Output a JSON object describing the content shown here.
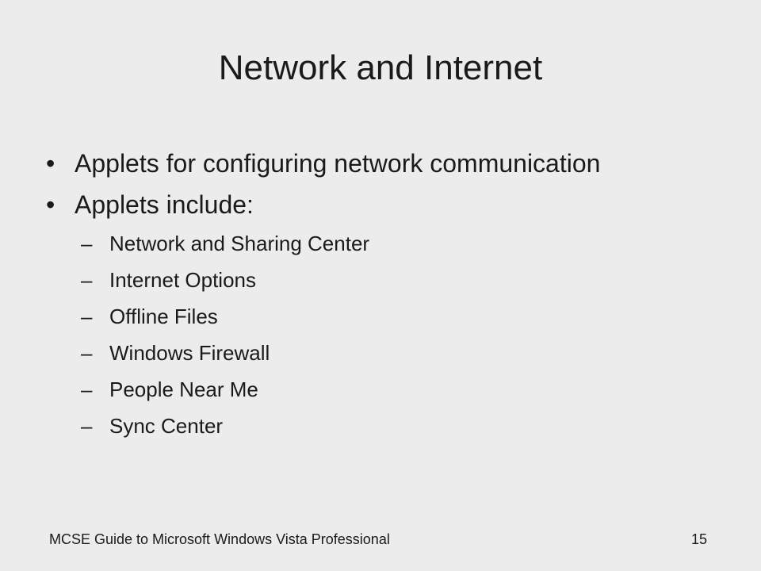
{
  "slide": {
    "title": "Network and Internet",
    "bullets": [
      {
        "marker": "•",
        "text": "Applets for configuring network communication"
      },
      {
        "marker": "•",
        "text": "Applets include:"
      }
    ],
    "sub_items": [
      {
        "marker": "–",
        "text": "Network and Sharing Center"
      },
      {
        "marker": "–",
        "text": "Internet Options"
      },
      {
        "marker": "–",
        "text": "Offline Files"
      },
      {
        "marker": "–",
        "text": "Windows Firewall"
      },
      {
        "marker": "–",
        "text": "People Near Me"
      },
      {
        "marker": "–",
        "text": "Sync Center"
      }
    ],
    "footer": {
      "left": "MCSE Guide to Microsoft Windows Vista Professional",
      "page_number": "15"
    },
    "colors": {
      "background": "#ececec",
      "text": "#1a1a1a"
    }
  }
}
